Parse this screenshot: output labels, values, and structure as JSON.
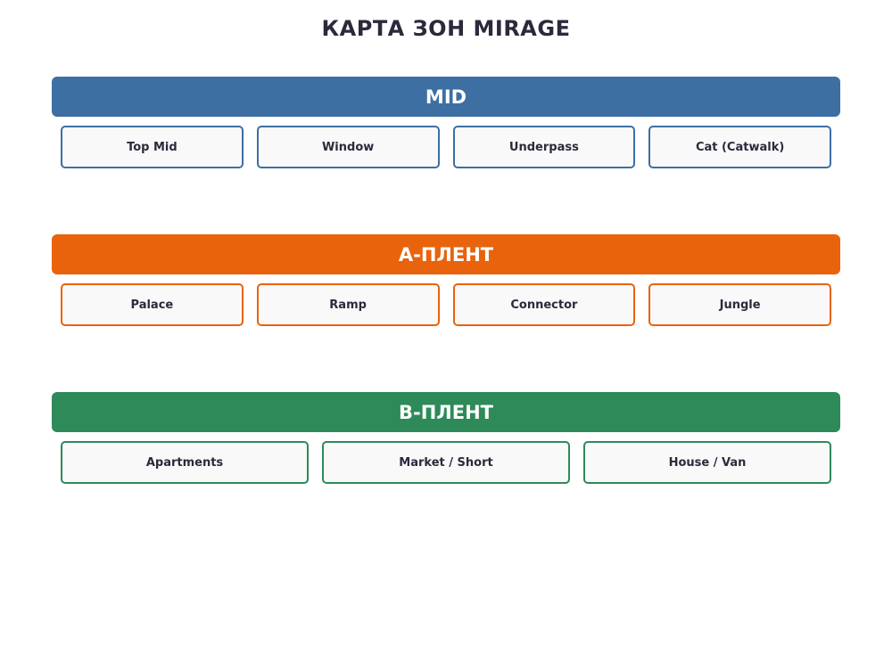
{
  "title": "КАРТА ЗОН MIRAGE",
  "zones": [
    {
      "name": "MID",
      "color": "#3d6fa3",
      "areas": [
        "Top Mid",
        "Window",
        "Underpass",
        "Cat (Catwalk)"
      ]
    },
    {
      "name": "A-ПЛЕНТ",
      "color": "#e8630c",
      "areas": [
        "Palace",
        "Ramp",
        "Connector",
        "Jungle"
      ]
    },
    {
      "name": "B-ПЛЕНТ",
      "color": "#2e8a58",
      "areas": [
        "Apartments",
        "Market / Short",
        "House / Van"
      ]
    }
  ]
}
